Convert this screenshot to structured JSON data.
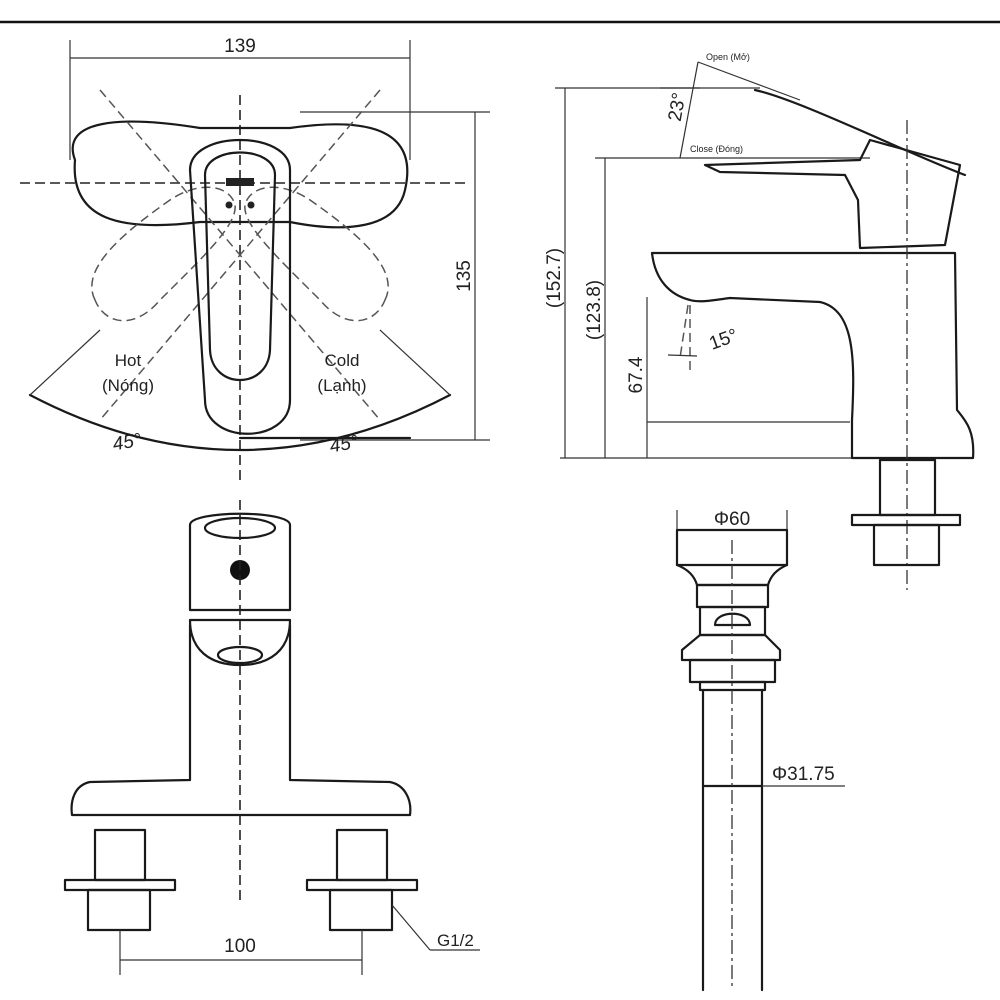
{
  "top_view": {
    "width_dim": "139",
    "height_dim": "135",
    "hot_label": "Hot",
    "hot_label_vi": "(Nóng)",
    "cold_label": "Cold",
    "cold_label_vi": "(Lạnh)",
    "angle_left": "45°",
    "angle_right": "45°"
  },
  "side_view": {
    "open_label": "Open (Mở)",
    "close_label": "Close (Đóng)",
    "handle_angle": "23°",
    "total_height": "(152.7)",
    "body_height": "(123.8)",
    "spout_height": "67.4",
    "spout_angle": "15°"
  },
  "front_view": {
    "inlet_spacing": "100",
    "thread_label": "G1/2"
  },
  "drain_view": {
    "top_diameter": "Φ60",
    "pipe_diameter": "Φ31.75"
  }
}
